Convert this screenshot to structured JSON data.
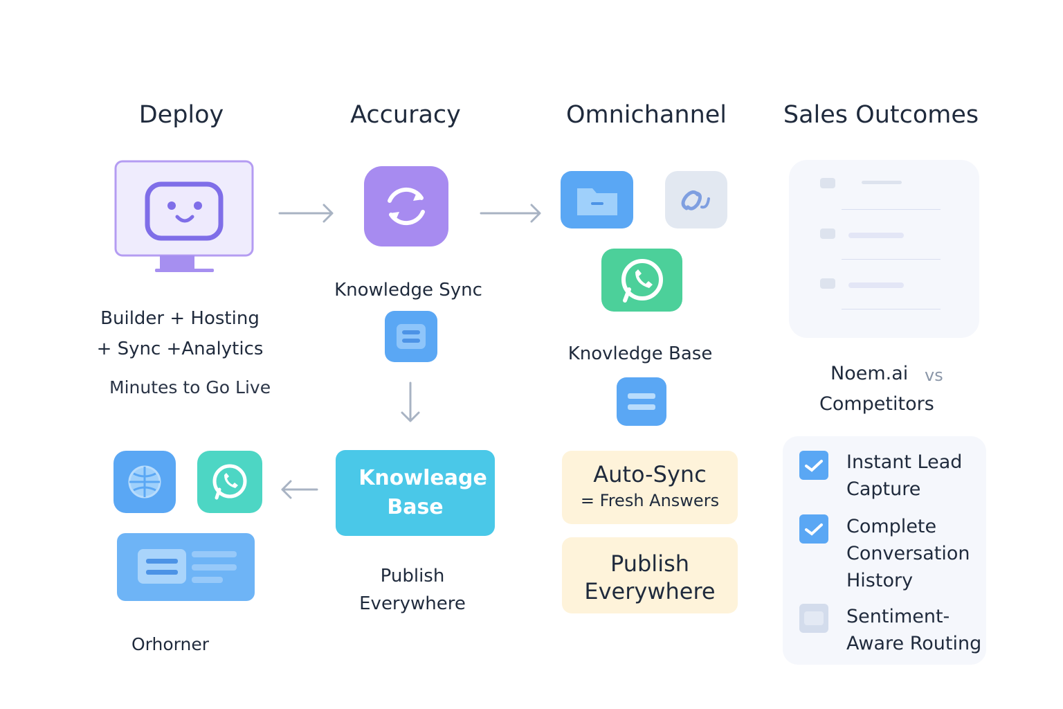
{
  "columns": {
    "deploy": {
      "title": "Deploy",
      "line1": "Builder + Hosting",
      "line2": "+ Sync +Analytics",
      "subtitle": "Minutes to Go Live"
    },
    "accuracy": {
      "title": "Accuracy",
      "sync_label": "Knowledge Sync",
      "kb_card": {
        "line1": "Knowleage",
        "line2": "Base"
      },
      "publish": {
        "line1": "Publish",
        "line2": "Everywhere"
      }
    },
    "omnichannel": {
      "title": "Omnichannel",
      "kb_label": "Knovledge Base",
      "auto_sync": {
        "title": "Auto-Sync",
        "subtitle": "= Fresh Answers"
      },
      "publish": {
        "line1": "Publish",
        "line2": "Everywhere"
      }
    },
    "sales": {
      "title": "Sales Outcomes",
      "brand": "Noem.ai",
      "vs": "vs",
      "competitors": "Competitors",
      "features": [
        {
          "label_lines": [
            "Instant Lead",
            "Capture"
          ],
          "checked": true
        },
        {
          "label_lines": [
            "Complete",
            "Conversation",
            "History"
          ],
          "checked": true
        },
        {
          "label_lines": [
            "Sentiment-",
            "Aware Routing"
          ],
          "checked": false
        }
      ]
    }
  },
  "channels_label": "Orhorner",
  "colors": {
    "purple": "#a78bf0",
    "blue": "#5aa7f4",
    "green": "#4cd09a",
    "cyan": "#4ac8e8",
    "cream": "#fef3da"
  }
}
